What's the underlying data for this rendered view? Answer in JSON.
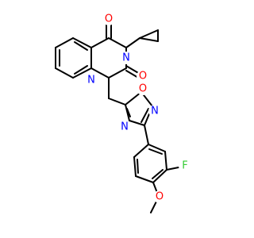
{
  "colors": {
    "bond": "#000000",
    "carbon": "#000000",
    "nitrogen": "#0000ff",
    "oxygen": "#ff0000",
    "fluorine": "#33cc33"
  },
  "atoms": [
    {
      "id": "o4",
      "symbol": "O",
      "element": "oxygen"
    },
    {
      "id": "n3",
      "symbol": "N",
      "element": "nitrogen"
    },
    {
      "id": "o2",
      "symbol": "O",
      "element": "oxygen"
    },
    {
      "id": "n1",
      "symbol": "N",
      "element": "nitrogen"
    },
    {
      "id": "ox_ring_o",
      "symbol": "O",
      "element": "oxygen"
    },
    {
      "id": "ox_ring_n2",
      "symbol": "N",
      "element": "nitrogen"
    },
    {
      "id": "ox_ring_n4",
      "symbol": "N",
      "element": "nitrogen"
    },
    {
      "id": "f",
      "symbol": "F",
      "element": "fluorine"
    },
    {
      "id": "ome_o",
      "symbol": "O",
      "element": "oxygen"
    }
  ]
}
